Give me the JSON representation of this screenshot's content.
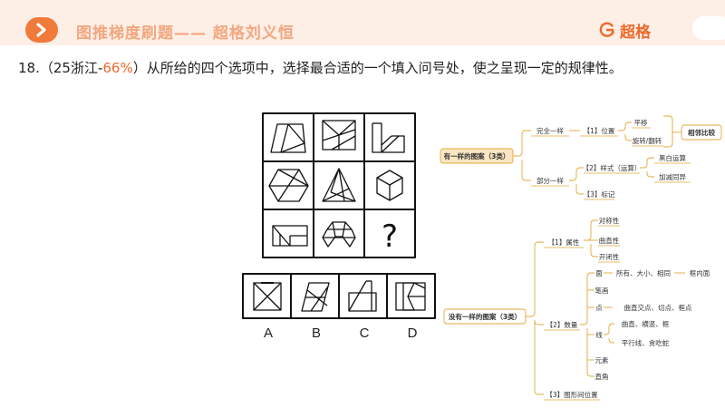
{
  "header": {
    "title": "图推梯度刷题—— 超格刘义恒",
    "brand": "超格",
    "brand_icon": "brand-logo-icon",
    "accent": "#ee6a2a"
  },
  "question": {
    "number": "18.",
    "source_open": "（25浙江-",
    "rate": "66%",
    "source_close": "）",
    "text": "从所给的四个选项中，选择最合适的一个填入问号处，使之呈现一定的规律性。"
  },
  "puzzle": {
    "question_mark": "?",
    "options": [
      "A",
      "B",
      "C",
      "D"
    ]
  },
  "mindmap": {
    "root1": "有一样的图案（3类）",
    "wan_quan": "完全一样",
    "wei_zhi": "【1】位置",
    "ping_yi": "平移",
    "xuan_zhuan": "旋转/翻转",
    "xiang_lin": "相邻比较",
    "bu_fen": "部分一样",
    "yang_shi": "【2】样式（运算）",
    "hei_bai": "黑白运算",
    "jia_jian": "加减同异",
    "biao_ji": "【3】标记",
    "root2": "没有一样的图案（3类）",
    "shu_xing": "【1】属性",
    "dui_cheng": "对称性",
    "qu_zhi": "曲直性",
    "kai_bi": "开闭性",
    "shu_liang": "【2】数量",
    "mian": "面",
    "mian_detail": "所有、大小、相同",
    "kuang_nei": "框内面",
    "bi_hua": "笔画",
    "dian": "点",
    "dian_detail": "曲直交点、切点、框点",
    "xian": "线",
    "xian_detail1": "曲直、横竖、框",
    "xian_detail2": "平行线、贪吃蛇",
    "yuan_su": "元素",
    "zhi_jiao": "直角",
    "wei_zhi2": "【3】图形间位置"
  }
}
